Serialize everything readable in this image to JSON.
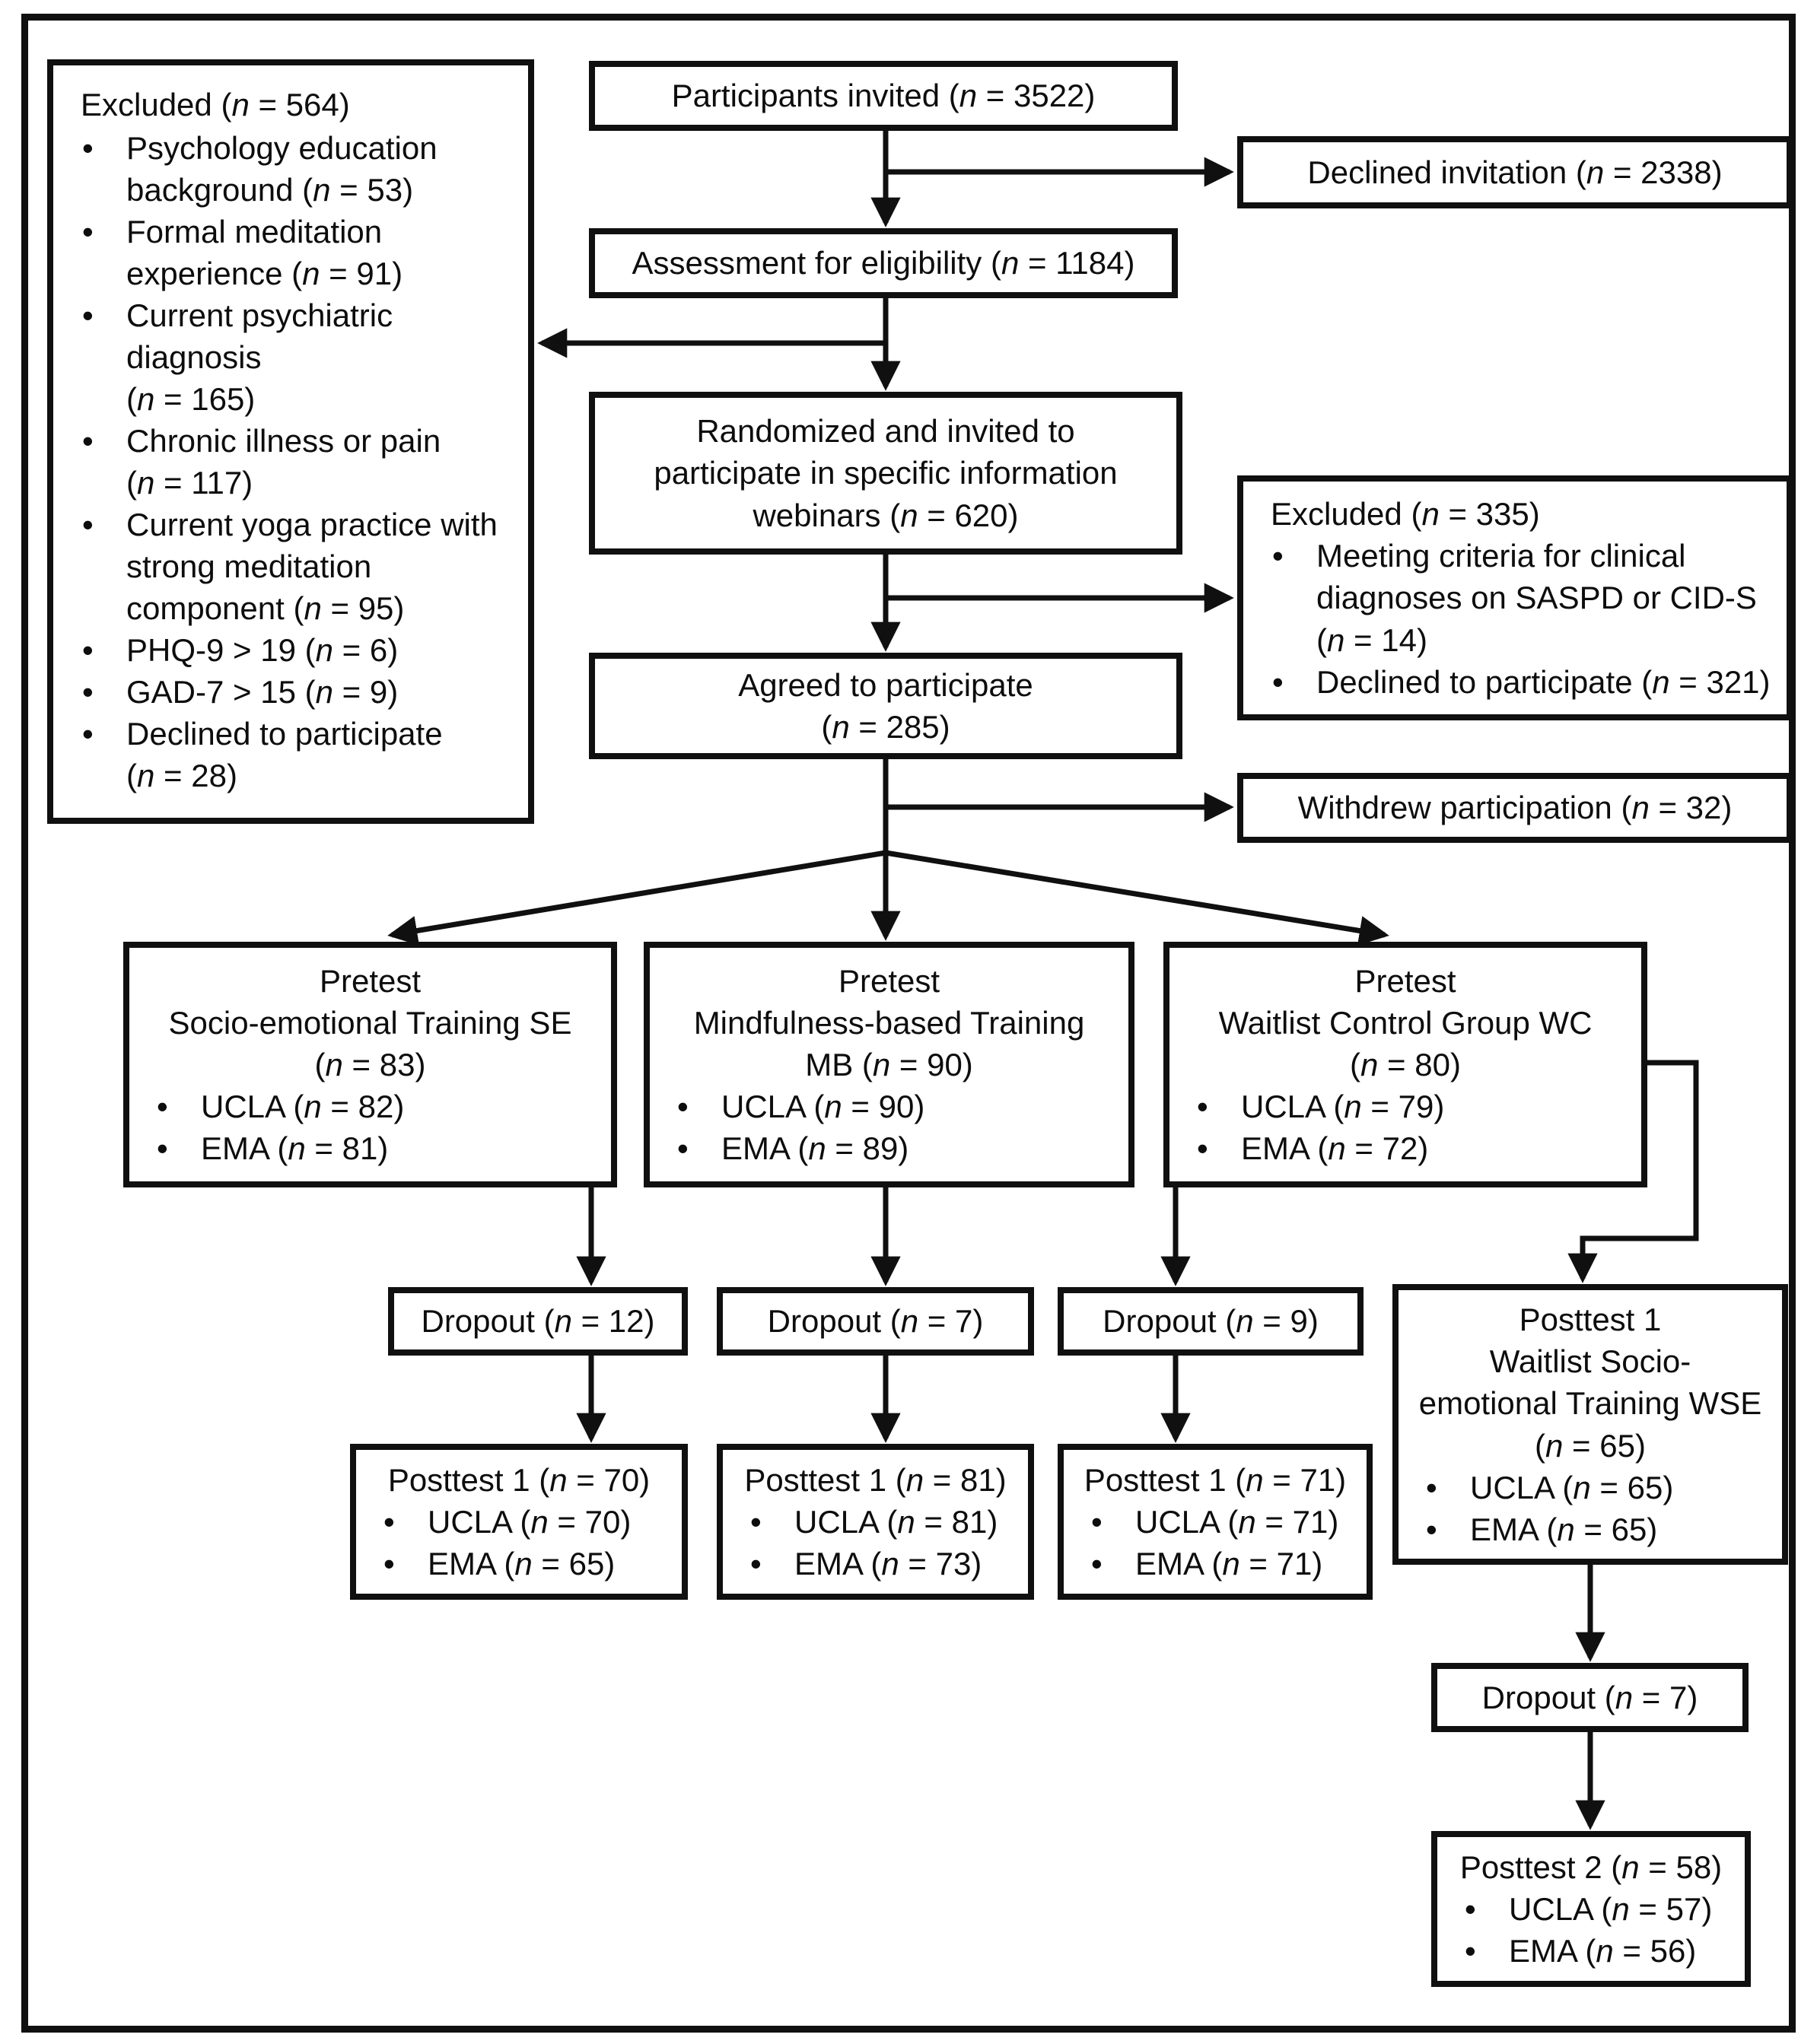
{
  "flow": {
    "bullet_char": "•",
    "colors": {
      "line": "#101010",
      "text": "#0d0d0d",
      "background": "#ffffff"
    },
    "boxes": {
      "excluded_left": {
        "title": "Excluded (n = 564)",
        "items": [
          "Psychology education\nbackground (n = 53)",
          "Formal meditation\nexperience (n = 91)",
          "Current psychiatric\ndiagnosis\n(n = 165)",
          "Chronic illness or pain\n(n = 117)",
          "Current yoga practice with\nstrong meditation\ncomponent (n = 95)",
          "PHQ-9 > 19 (n = 6)",
          "GAD-7 > 15 (n = 9)",
          "Declined to participate\n(n = 28)"
        ]
      },
      "participants_invited": {
        "label": "Participants invited (n = 3522)"
      },
      "declined_invitation": {
        "label": "Declined invitation (n = 2338)"
      },
      "assessment": {
        "label": "Assessment for eligibility (n = 1184)"
      },
      "randomized": {
        "label": "Randomized and invited to\nparticipate in specific information\nwebinars (n = 620)"
      },
      "excluded_right": {
        "title": "Excluded (n = 335)",
        "items": [
          "Meeting criteria for clinical\ndiagnoses on SASPD or CID-S\n(n = 14)",
          "Declined to participate (n = 321)"
        ]
      },
      "agreed": {
        "label": "Agreed to participate\n(n = 285)"
      },
      "withdrew": {
        "label": "Withdrew participation (n = 32)"
      },
      "pretest_se": {
        "title": "Pretest\nSocio-emotional Training SE\n(n = 83)",
        "items": [
          "UCLA (n = 82)",
          "EMA (n = 81)"
        ]
      },
      "pretest_mb": {
        "title": "Pretest\nMindfulness-based Training\nMB (n = 90)",
        "items": [
          "UCLA (n = 90)",
          "EMA (n = 89)"
        ]
      },
      "pretest_wc": {
        "title": "Pretest\nWaitlist Control Group WC\n(n = 80)",
        "items": [
          "UCLA (n = 79)",
          "EMA (n = 72)"
        ]
      },
      "dropout_se": {
        "label": "Dropout (n = 12)"
      },
      "dropout_mb": {
        "label": "Dropout (n = 7)"
      },
      "dropout_wc": {
        "label": "Dropout (n = 9)"
      },
      "posttest1_wse": {
        "title": "Posttest 1\nWaitlist Socio-\nemotional Training WSE\n(n = 65)",
        "items": [
          "UCLA (n = 65)",
          "EMA (n = 65)"
        ]
      },
      "posttest1_se": {
        "title": "Posttest 1 (n = 70)",
        "items": [
          "UCLA (n = 70)",
          "EMA (n = 65)"
        ]
      },
      "posttest1_mb": {
        "title": "Posttest 1 (n = 81)",
        "items": [
          "UCLA (n = 81)",
          "EMA (n = 73)"
        ]
      },
      "posttest1_wc": {
        "title": "Posttest 1 (n = 71)",
        "items": [
          "UCLA (n = 71)",
          "EMA (n = 71)"
        ]
      },
      "dropout_wse": {
        "label": "Dropout (n = 7)"
      },
      "posttest2_wse": {
        "title": "Posttest 2 (n = 58)",
        "items": [
          "UCLA (n = 57)",
          "EMA (n = 56)"
        ]
      }
    }
  }
}
